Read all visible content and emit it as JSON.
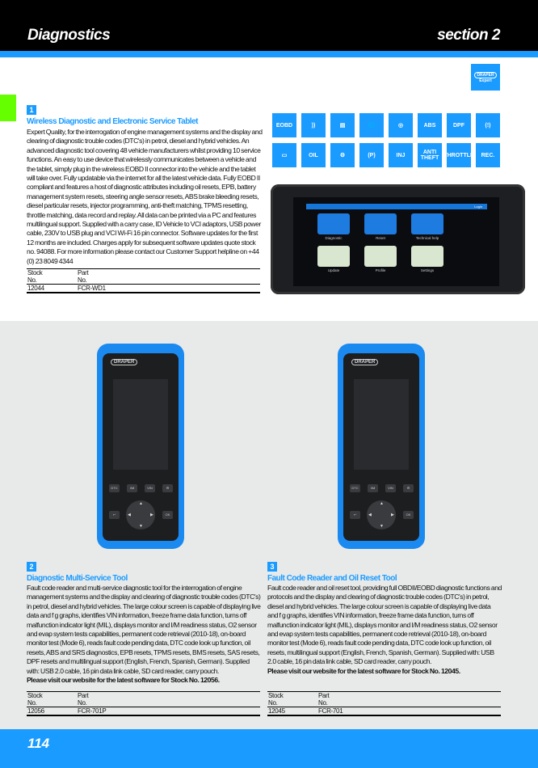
{
  "header": {
    "title": "Diagnostics",
    "section": "section 2"
  },
  "logo": {
    "brand": "DRAPER",
    "sub": "Expert"
  },
  "products": [
    {
      "number": "1",
      "title": "Wireless Diagnostic and Electronic Service Tablet",
      "description": "Expert Quality, for the interrogation of engine management systems and the display and clearing of diagnostic trouble codes (DTC's) in petrol, diesel and hybrid vehicles. An advanced diagnostic tool covering 48 vehicle manufacturers whilst providing 10 service functions. An easy to use device that wirelessly communicates between a vehicle and the tablet, simply plug in the wireless EOBD II connector into the vehicle and the tablet will take over. Fully updatable via the internet for all the latest vehicle data. Fully EOBD II compliant and features a host of diagnostic attributes including oil resets, EPB, battery management system resets, steering angle sensor resets, ABS brake bleeding resets, diesel particular resets, injector programming, anti-theft matching, TPMS resetting, throttle matching, data record and replay. All data can be printed via a PC and features multilingual support. Supplied with a carry case, ID Vehicle to VCI adaptors, USB power cable, 230V to USB plug and VCI Wi-Fi 16 pin connector. Software updates for the first 12 months are included. Charges apply for subsequent software updates quote stock no. 94088. For more information please contact our Customer Support helpline on +44 (0) 23 8049 4344",
      "note": "",
      "table": {
        "h1a": "Stock",
        "h1b": "No.",
        "h2a": "Part",
        "h2b": "No.",
        "stock": "12044",
        "part": "FCR-WD1"
      }
    },
    {
      "number": "2",
      "title": "Diagnostic Multi-Service Tool",
      "description": "Fault code reader and multi-service diagnostic tool for the interrogation of engine management systems and the display and clearing of diagnostic trouble codes (DTC's) in petrol, diesel and hybrid vehicles. The large colour screen is capable of displaying live data and f g graphs, identifies VIN information, freeze frame data function, turns off malfunction indicator light (MIL), displays monitor and I/M readiness status, O2 sensor and evap system tests capabilities, permanent code retrieval (2010-18), on-board monitor test (Mode 6), reads fault code pending data, DTC code look up function, oil resets, ABS and SRS diagnostics, EPB resets, TPMS resets, BMS resets, SAS resets, DPF resets and multilingual support (English, French, Spanish, German). Supplied with: USB 2.0 cable, 16 pin data link cable, SD card reader, carry pouch.",
      "note": "Please visit our website for the latest software for Stock No. 12056.",
      "table": {
        "h1a": "Stock",
        "h1b": "No.",
        "h2a": "Part",
        "h2b": "No.",
        "stock": "12056",
        "part": "FCR-701P"
      }
    },
    {
      "number": "3",
      "title": "Fault Code Reader and Oil Reset Tool",
      "description": "Fault code reader and oil reset tool, providing full OBDII/EOBD diagnostic functions and protocols and the display and clearing of diagnostic trouble codes (DTC's) in petrol, diesel and hybrid vehicles. The large colour screen is capable of displaying live data and f g graphs, identifies VIN information, freeze frame data function, turns off malfunction indicator light (MIL), displays monitor and I/M readiness status, O2 sensor and evap system tests capabilities, permanent code retrieval (2010-18), on-board monitor test (Mode 6), reads fault code pending data, DTC code look up function, oil resets, multilingual support (English, French, Spanish, German). Supplied with: USB 2.0 cable, 16 pin data link cable, SD card reader, carry pouch.",
      "note": "Please visit our website for the latest software for Stock No. 12045.",
      "table": {
        "h1a": "Stock",
        "h1b": "No.",
        "h2a": "Part",
        "h2b": "No.",
        "stock": "12045",
        "part": "FCR-701"
      }
    }
  ],
  "feature_icons": [
    {
      "name": "eobd-icon",
      "label": "EOBD"
    },
    {
      "name": "wireless-connector-icon",
      "label": "))"
    },
    {
      "name": "data-chart-icon",
      "label": "▤"
    },
    {
      "name": "internet-update-icon",
      "label": "🌐"
    },
    {
      "name": "steering-angle-icon",
      "label": "◎"
    },
    {
      "name": "abs-icon",
      "label": "ABS"
    },
    {
      "name": "dpf-icon",
      "label": "DPF"
    },
    {
      "name": "tpms-icon",
      "label": "(!)"
    },
    {
      "name": "battery-icon",
      "label": "▭"
    },
    {
      "name": "oil-reset-icon",
      "label": "OIL"
    },
    {
      "name": "engine-icon",
      "label": "⚙"
    },
    {
      "name": "parking-brake-icon",
      "label": "(P)"
    },
    {
      "name": "injector-icon",
      "label": "INJ"
    },
    {
      "name": "anti-theft-icon",
      "label": "ANTI THEFT"
    },
    {
      "name": "throttle-icon",
      "label": "THROTTLE"
    },
    {
      "name": "record-icon",
      "label": "REC."
    }
  ],
  "tablet_screen": {
    "login": "Login",
    "tiles": [
      "Diagnostic",
      "Reset",
      "Technical help",
      "Update",
      "Profile",
      "Settings"
    ]
  },
  "device": {
    "brand": "DRAPER",
    "keys": [
      "DTC",
      "I/M",
      "VIN",
      "⚙"
    ],
    "back": "↩",
    "ok": "OK"
  },
  "colors": {
    "accent": "#1a9bff",
    "green": "#66ff00"
  },
  "footer": {
    "page": "114"
  }
}
